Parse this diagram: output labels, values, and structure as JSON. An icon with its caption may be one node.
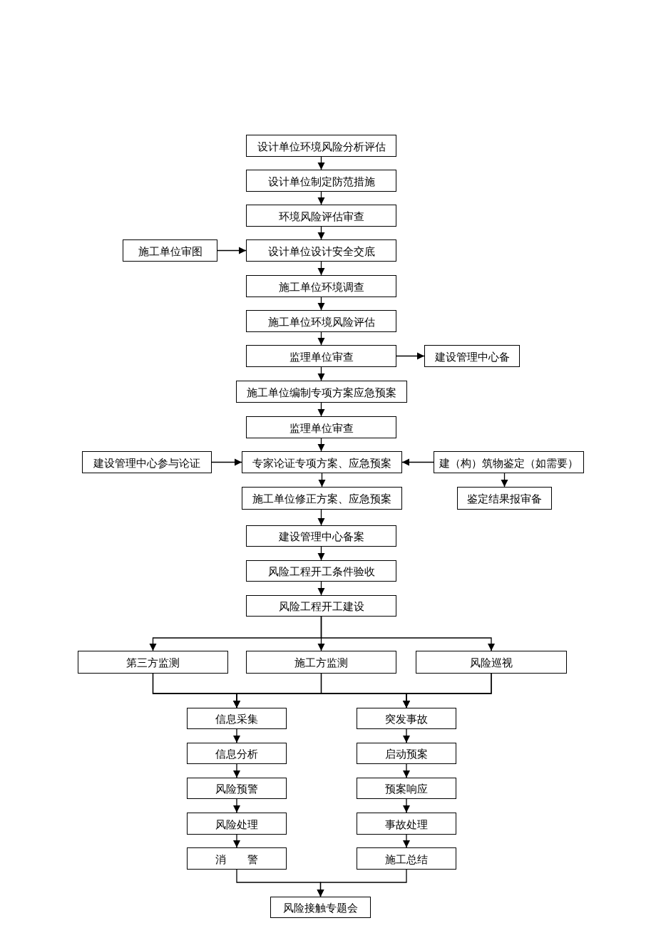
{
  "diagram": {
    "nodes": [
      {
        "text": [
          "设计单位环境风险分析评估"
        ]
      },
      {
        "text": [
          "设计单位制定防范措施"
        ]
      },
      {
        "text": [
          "环境风险评估审查"
        ]
      },
      {
        "text": [
          "施工单位审图"
        ]
      },
      {
        "text": [
          "设计单位设计安全交底"
        ]
      },
      {
        "text": [
          "施工单位环境调查"
        ]
      },
      {
        "text": [
          "施工单位环境风险评估"
        ]
      },
      {
        "text": [
          "监理单位审查"
        ]
      },
      {
        "text": [
          "建设管理中心备"
        ]
      },
      {
        "text": [
          "施工单位编制专项方案应急预案"
        ]
      },
      {
        "text": [
          "监理单位审查"
        ]
      },
      {
        "text": [
          "建设管理中心参与论证"
        ]
      },
      {
        "text": [
          "专家论证专项方案、应急预案"
        ]
      },
      {
        "text": [
          "建（构）筑物鉴定（如需要）"
        ]
      },
      {
        "text": [
          "施工单位修正方案、应急预案"
        ]
      },
      {
        "text": [
          "鉴定结果报审备"
        ]
      },
      {
        "text": [
          "建设管理中心备案"
        ]
      },
      {
        "text": [
          "风险工程开工条件验收"
        ]
      },
      {
        "text": [
          "风险工程开工建设"
        ]
      },
      {
        "text": [
          "第三方监测"
        ]
      },
      {
        "text": [
          "施工方监测"
        ]
      },
      {
        "text": [
          "风险巡视"
        ]
      },
      {
        "text": [
          "信息采集"
        ]
      },
      {
        "text": [
          "突发事故"
        ]
      },
      {
        "text": [
          "信息分析"
        ]
      },
      {
        "text": [
          "启动预案"
        ]
      },
      {
        "text": [
          "风险预警"
        ]
      },
      {
        "text": [
          "预案响应"
        ]
      },
      {
        "text": [
          "风险处理"
        ]
      },
      {
        "text": [
          "事故处理"
        ]
      },
      {
        "text": [
          "消　　警"
        ]
      },
      {
        "text": [
          "施工总结"
        ]
      },
      {
        "text": [
          "风险接触专题会"
        ]
      }
    ],
    "edges": [
      {
        "from": 0,
        "to": 1,
        "arrow": "to"
      },
      {
        "from": 1,
        "to": 2,
        "arrow": "to"
      },
      {
        "from": 2,
        "to": 4,
        "arrow": "to"
      },
      {
        "from": 3,
        "to": 4,
        "arrow": "to"
      },
      {
        "from": 4,
        "to": 5,
        "arrow": "to"
      },
      {
        "from": 5,
        "to": 6,
        "arrow": "to"
      },
      {
        "from": 6,
        "to": 7,
        "arrow": "to"
      },
      {
        "from": 7,
        "to": 8,
        "arrow": "to"
      },
      {
        "from": 7,
        "to": 9,
        "arrow": "to"
      },
      {
        "from": 9,
        "to": 10,
        "arrow": "to"
      },
      {
        "from": 10,
        "to": 12,
        "arrow": "to"
      },
      {
        "from": 11,
        "to": 12,
        "arrow": "to"
      },
      {
        "from": 13,
        "to": 12,
        "arrow": "to"
      },
      {
        "from": 13,
        "to": 15,
        "arrow": "to"
      },
      {
        "from": 12,
        "to": 14,
        "arrow": "to"
      },
      {
        "from": 14,
        "to": 16,
        "arrow": "to"
      },
      {
        "from": 16,
        "to": 17,
        "arrow": "to"
      },
      {
        "from": 17,
        "to": 18,
        "arrow": "to"
      },
      {
        "from": 18,
        "to": 19,
        "arrow": "to"
      },
      {
        "from": 18,
        "to": 20,
        "arrow": "to"
      },
      {
        "from": 18,
        "to": 21,
        "arrow": "to"
      },
      {
        "from": 19,
        "to": 22,
        "arrow": "to"
      },
      {
        "from": 20,
        "to": 22,
        "arrow": "to"
      },
      {
        "from": 21,
        "to": 22,
        "arrow": "to"
      },
      {
        "from": 19,
        "to": 23,
        "arrow": "to"
      },
      {
        "from": 20,
        "to": 23,
        "arrow": "to"
      },
      {
        "from": 21,
        "to": 23,
        "arrow": "to"
      },
      {
        "from": 22,
        "to": 24,
        "arrow": "to"
      },
      {
        "from": 24,
        "to": 26,
        "arrow": "to"
      },
      {
        "from": 26,
        "to": 28,
        "arrow": "to"
      },
      {
        "from": 28,
        "to": 30,
        "arrow": "to"
      },
      {
        "from": 23,
        "to": 25,
        "arrow": "to"
      },
      {
        "from": 25,
        "to": 27,
        "arrow": "to"
      },
      {
        "from": 27,
        "to": 29,
        "arrow": "to"
      },
      {
        "from": 29,
        "to": 31,
        "arrow": "to"
      },
      {
        "from": 30,
        "to": 32,
        "arrow": "to"
      },
      {
        "from": 31,
        "to": 32,
        "arrow": "to"
      }
    ]
  }
}
